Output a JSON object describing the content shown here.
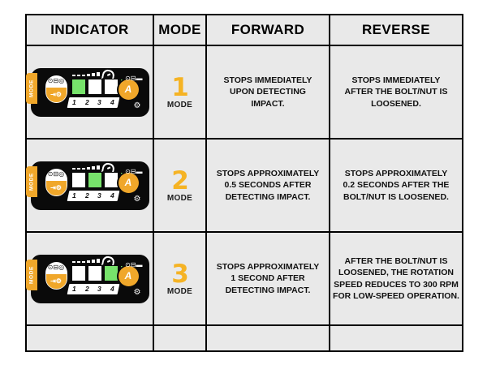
{
  "table": {
    "headers": [
      "INDICATOR",
      "MODE",
      "FORWARD",
      "REVERSE"
    ],
    "mode_label": "MODE",
    "rows": [
      {
        "mode_number": "1",
        "mode_label": "MODE",
        "indicator": {
          "mode_tab_text": "MODE",
          "segments_on": [
            true,
            false,
            false,
            true
          ],
          "segment_numbers": [
            "1",
            "2",
            "3",
            "4"
          ],
          "auto_badge": "A"
        },
        "forward_lines": [
          "STOPS IMMEDIATELY",
          "UPON DETECTING",
          "IMPACT."
        ],
        "reverse_lines": [
          "STOPS IMMEDIATELY",
          "AFTER THE BOLT/NUT IS",
          "LOOSENED."
        ]
      },
      {
        "mode_number": "2",
        "mode_label": "MODE",
        "indicator": {
          "mode_tab_text": "MODE",
          "segments_on": [
            false,
            true,
            false,
            true
          ],
          "segment_numbers": [
            "1",
            "2",
            "3",
            "4"
          ],
          "auto_badge": "A"
        },
        "forward_lines": [
          "STOPS APPROXIMATELY",
          "0.5 SECONDS AFTER",
          "DETECTING IMPACT."
        ],
        "reverse_lines": [
          "STOPS APPROXIMATELY",
          "0.2 SECONDS AFTER THE",
          "BOLT/NUT IS LOOSENED."
        ]
      },
      {
        "mode_number": "3",
        "mode_label": "MODE",
        "indicator": {
          "mode_tab_text": "MODE",
          "segments_on": [
            false,
            false,
            true,
            true
          ],
          "segment_numbers": [
            "1",
            "2",
            "3",
            "4"
          ],
          "auto_badge": "A"
        },
        "forward_lines": [
          "STOPS APPROXIMATELY",
          "1 SECOND AFTER",
          "DETECTING IMPACT."
        ],
        "reverse_lines": [
          "AFTER THE BOLT/NUT IS",
          "LOOSENED, THE ROTATION",
          "SPEED REDUCES TO 300 RPM",
          "FOR LOW-SPEED OPERATION."
        ]
      }
    ]
  },
  "colors": {
    "header_background": "#fbc434",
    "cell_background": "#e9e9e9",
    "panel_background": "#0a0a0a",
    "accent_orange": "#f0a72a",
    "mode_number": "#f5b324",
    "segment_active": "#77e36b",
    "border": "#000000"
  }
}
